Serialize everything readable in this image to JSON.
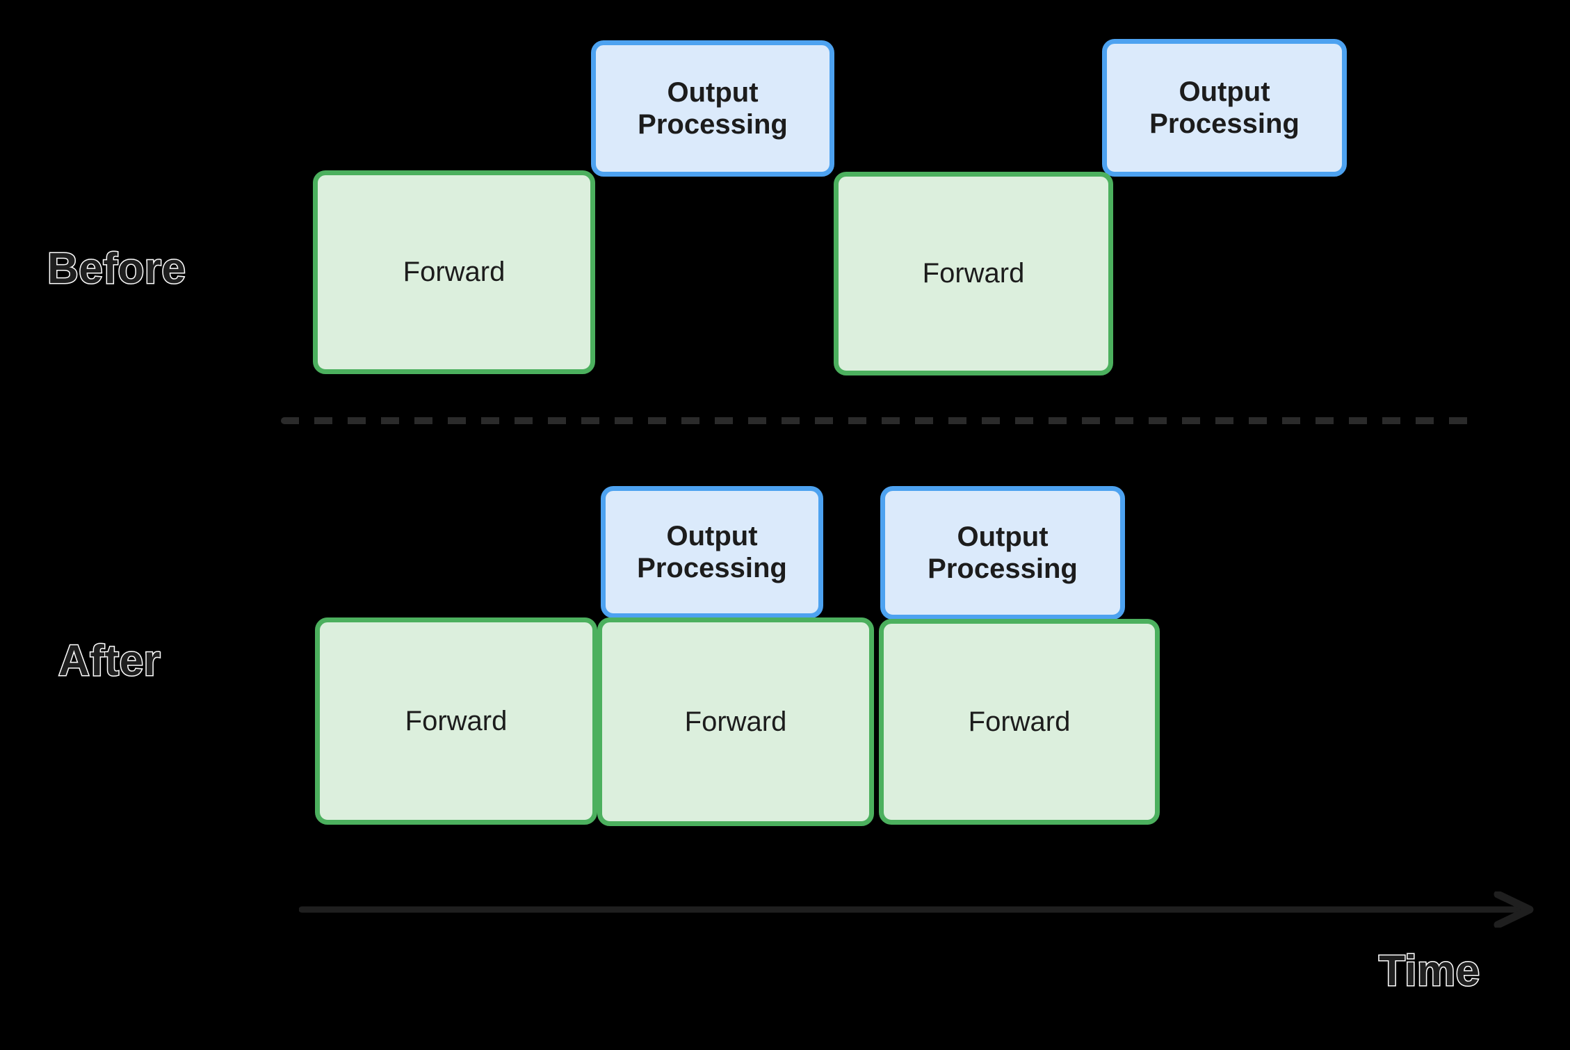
{
  "diagram": {
    "title_labels": {
      "before": "Before",
      "after": "After",
      "time_axis": "Time"
    },
    "colors": {
      "background": "#000000",
      "forward_fill": "#dcefdd",
      "forward_border": "#4cb05e",
      "output_fill": "#dbeafb",
      "output_border": "#4da2f0",
      "divider": "#2b2b2b",
      "axis": "#1f1f1f",
      "label_text": "#1f1f1f",
      "label_outline": "#ffffff"
    },
    "rows": [
      {
        "name": "before",
        "label": "Before",
        "forward_blocks": [
          {
            "label": "Forward"
          },
          {
            "label": "Forward"
          }
        ],
        "output_blocks": [
          {
            "line1": "Output",
            "line2": "Processing"
          },
          {
            "line1": "Output",
            "line2": "Processing"
          }
        ]
      },
      {
        "name": "after",
        "label": "After",
        "forward_blocks": [
          {
            "label": "Forward"
          },
          {
            "label": "Forward"
          },
          {
            "label": "Forward"
          }
        ],
        "output_blocks": [
          {
            "line1": "Output",
            "line2": "Processing"
          },
          {
            "line1": "Output",
            "line2": "Processing"
          }
        ]
      }
    ],
    "axis": {
      "label": "Time",
      "direction": "left-to-right",
      "arrowhead": "right-chevron"
    }
  }
}
